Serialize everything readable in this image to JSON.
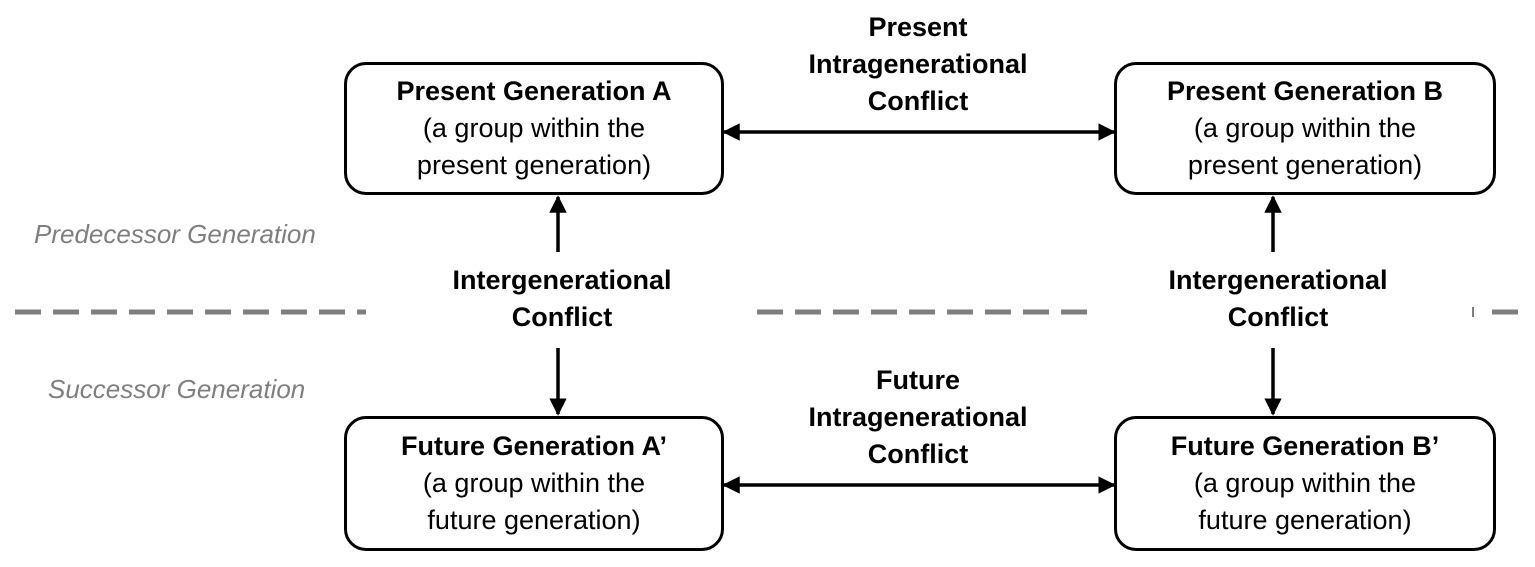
{
  "colors": {
    "line": "#000000",
    "divider": "#7f7f7f",
    "zone_text": "#7f7f7f",
    "background": "#ffffff"
  },
  "zones": {
    "upper": "Predecessor Generation",
    "lower": "Successor Generation"
  },
  "nodes": {
    "present_a": {
      "title": "Present Generation A",
      "desc_line1": "(a group within the",
      "desc_line2": "present generation)"
    },
    "present_b": {
      "title": "Present Generation B",
      "desc_line1": "(a group within the",
      "desc_line2": "present generation)"
    },
    "future_a": {
      "title": "Future Generation A’",
      "desc_line1": "(a group within the",
      "desc_line2": "future generation)"
    },
    "future_b": {
      "title": "Future Generation B’",
      "desc_line1": "(a group within the",
      "desc_line2": "future generation)"
    }
  },
  "conflicts": {
    "present_intra": {
      "line1": "Present",
      "line2": "Intragenerational",
      "line3": "Conflict"
    },
    "future_intra": {
      "line1": "Future",
      "line2": "Intragenerational",
      "line3": "Conflict"
    },
    "inter_left": {
      "line1": "Intergenerational",
      "line2": "Conflict"
    },
    "inter_right": {
      "line1": "Intergenerational",
      "line2": "Conflict"
    }
  }
}
